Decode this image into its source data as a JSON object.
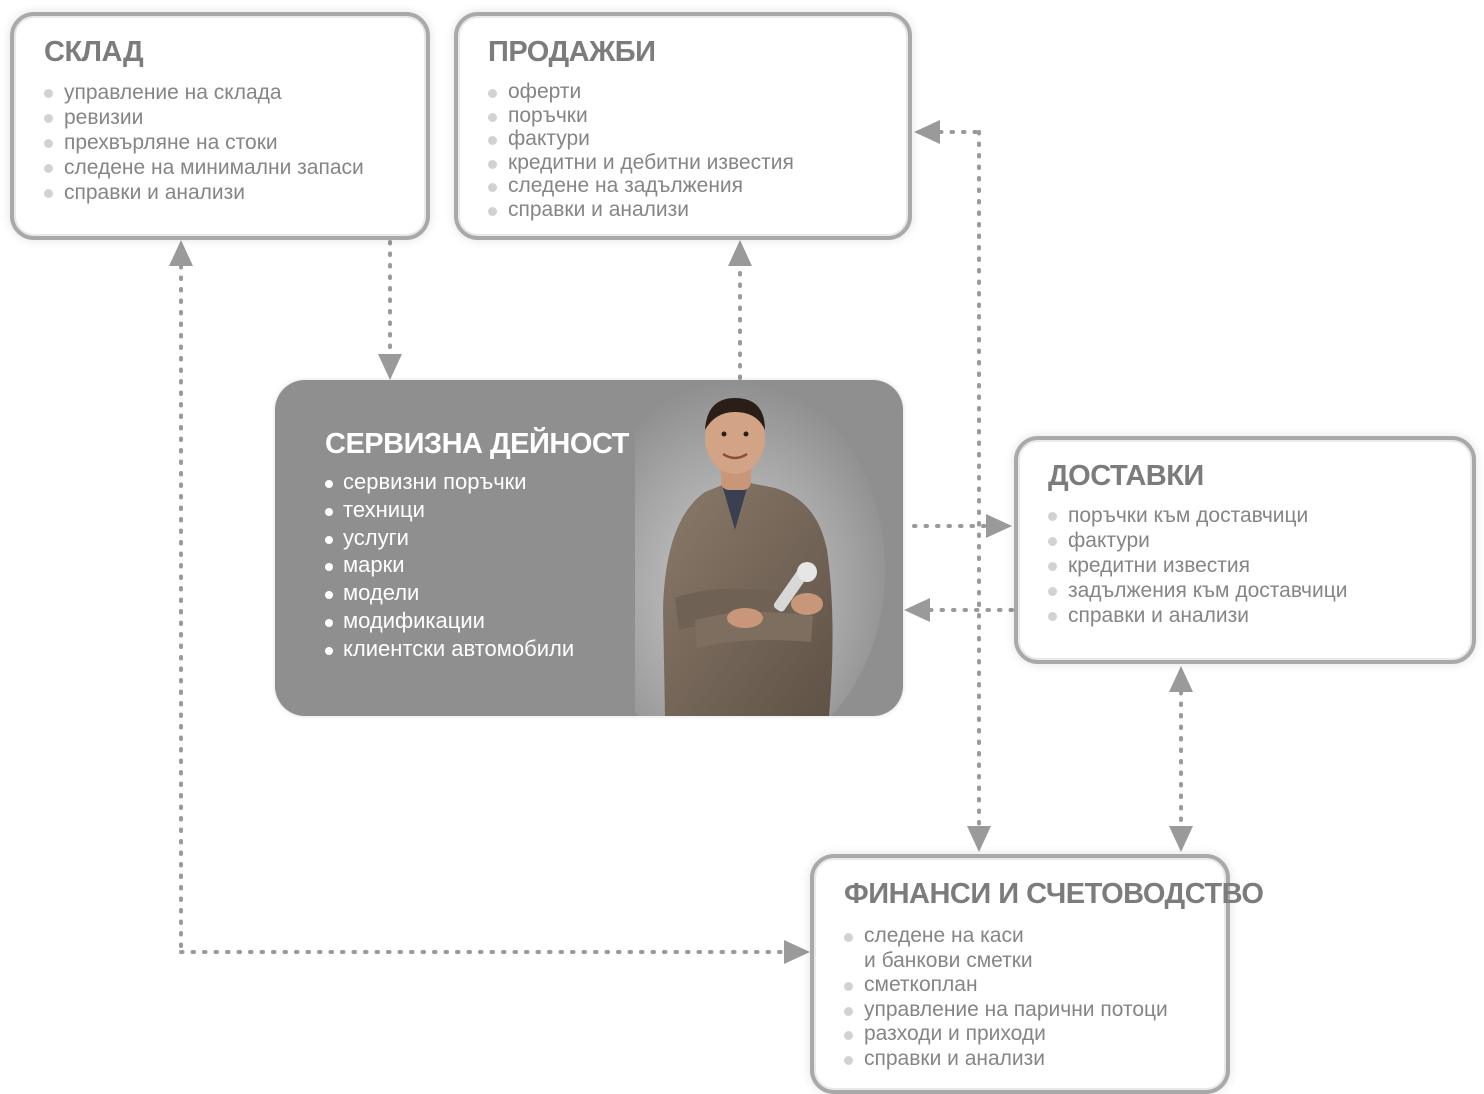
{
  "colors": {
    "box_border": "#a9a9a9",
    "title_gray": "#7c7c7c",
    "text_gray": "#858585",
    "bullet_gray": "#d2d2d2",
    "center_bg": "#8f8f8f",
    "connector": "#9a9a9a"
  },
  "sklad": {
    "title": "СКЛАД",
    "items": [
      "управление на склада",
      "ревизии",
      "прехвърляне на стоки",
      "следене на минимални запаси",
      "справки и анализи"
    ]
  },
  "prodajbi": {
    "title": "ПРОДАЖБИ",
    "items": [
      "оферти",
      "поръчки",
      "фактури",
      "кредитни и дебитни известия",
      "следене на задължения",
      "справки и анализи"
    ]
  },
  "servis": {
    "title": "СЕРВИЗНА ДЕЙНОСТ",
    "image_icon": "mechanic-photo",
    "items": [
      "сервизни поръчки",
      "техници",
      "услуги",
      "марки",
      "модели",
      "модификации",
      "клиентски автомобили"
    ]
  },
  "dostavki": {
    "title": "ДОСТАВКИ",
    "items": [
      "поръчки към доставчици",
      "фактури",
      "кредитни известия",
      "задължения към доставчици",
      "справки и анализи"
    ]
  },
  "finansi": {
    "title": "ФИНАНСИ И СЧЕТОВОДСТВО",
    "items": [
      "следене на каси",
      "и банкови сметки",
      "сметкоплан",
      "управление на парични потоци",
      "разходи и приходи",
      "справки и анализи"
    ]
  }
}
